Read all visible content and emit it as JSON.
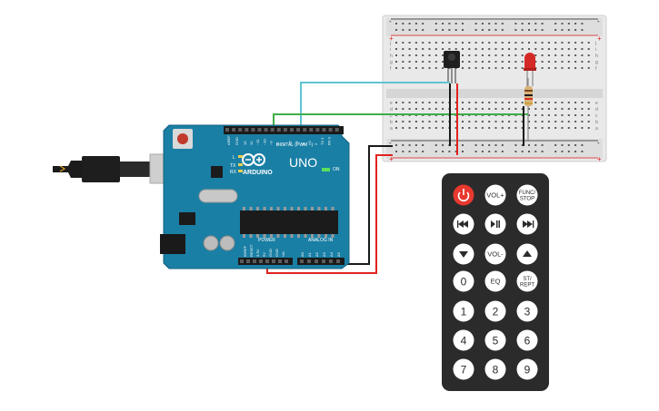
{
  "arduino": {
    "brand_text": "ARDUINO",
    "model_text": "UNO",
    "on_label": "ON",
    "tx_label": "TX",
    "rx_label": "RX",
    "l_label": "L",
    "digital_header": "DIGITAL (PWM ~)",
    "power_header": "POWER",
    "analog_header": "ANALOG IN",
    "aref_label": "AREF",
    "gnd_label": "GND",
    "digital_pins": [
      "13",
      "12",
      "~11",
      "~10",
      "~9",
      "8",
      "7",
      "~6",
      "~5",
      "4",
      "~3",
      "2",
      "TX 1",
      "RX 0"
    ],
    "power_pins": [
      "IOREF",
      "RESET",
      "3.3V",
      "5V",
      "GND",
      "GND",
      "Vin"
    ],
    "analog_pins": [
      "A0",
      "A1",
      "A2",
      "A3",
      "A4",
      "A5"
    ]
  },
  "breadboard": {
    "row_letters_top": [
      "j",
      "i",
      "h",
      "g",
      "f"
    ],
    "row_letters_bottom": [
      "e",
      "d",
      "c",
      "b",
      "a"
    ],
    "rail_plus": "+",
    "rail_minus": "-"
  },
  "wire_colors": {
    "ground": "#1a1a1a",
    "power": "#e0231e",
    "signal_ir": "#5fc4d2",
    "signal_led": "#3fae49"
  },
  "remote": {
    "buttons": [
      {
        "id": "power",
        "label": "",
        "icon": "power-icon"
      },
      {
        "id": "vol-up",
        "label": "VOL+"
      },
      {
        "id": "func-stop",
        "label": "FUNC/\nSTOP"
      },
      {
        "id": "prev",
        "label": "",
        "icon": "skip-back-icon"
      },
      {
        "id": "play-pause",
        "label": "",
        "icon": "play-pause-icon"
      },
      {
        "id": "next",
        "label": "",
        "icon": "skip-forward-icon"
      },
      {
        "id": "down",
        "label": "",
        "icon": "triangle-down-icon"
      },
      {
        "id": "vol-down",
        "label": "VOL-"
      },
      {
        "id": "up",
        "label": "",
        "icon": "triangle-up-icon"
      },
      {
        "id": "0",
        "label": "0"
      },
      {
        "id": "eq",
        "label": "EQ"
      },
      {
        "id": "st-rept",
        "label": "ST/\nREPT"
      },
      {
        "id": "1",
        "label": "1"
      },
      {
        "id": "2",
        "label": "2"
      },
      {
        "id": "3",
        "label": "3"
      },
      {
        "id": "4",
        "label": "4"
      },
      {
        "id": "5",
        "label": "5"
      },
      {
        "id": "6",
        "label": "6"
      },
      {
        "id": "7",
        "label": "7"
      },
      {
        "id": "8",
        "label": "8"
      },
      {
        "id": "9",
        "label": "9"
      }
    ],
    "power_color": "#e8382f",
    "body_color": "#2b2b2b",
    "button_color": "#ffffff"
  }
}
